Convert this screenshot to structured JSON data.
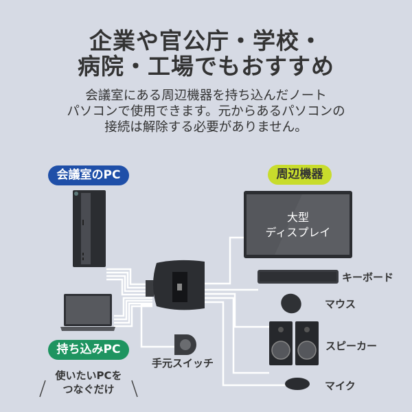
{
  "headline": {
    "line1": "企業や官公庁・学校・",
    "line2": "病院・工場でもおすすめ"
  },
  "description": {
    "line1": "会議室にある周辺機器を持ち込んだノート",
    "line2": "パソコンで使用できます。元からあるパソコンの",
    "line3": "接続は解除する必要がありません。"
  },
  "diagram": {
    "meeting_pc_label": "会議室のPC",
    "peripherals_label": "周辺機器",
    "brought_pc_label": "持ち込みPC",
    "brought_pc_note_line1": "使いたいPCを",
    "brought_pc_note_line2": "つなぐだけ",
    "display_line1": "大型",
    "display_line2": "ディスプレイ",
    "keyboard": "キーボード",
    "mouse": "マウス",
    "speaker": "スピーカー",
    "mic": "マイク",
    "switch": "手元スイッチ"
  },
  "colors": {
    "background": "#d6dae4",
    "meeting_pc_pill": "#1f4fa8",
    "peripherals_pill": "#c8dc2c",
    "brought_pc_pill": "#1e9460",
    "cable": "#ffffff"
  }
}
